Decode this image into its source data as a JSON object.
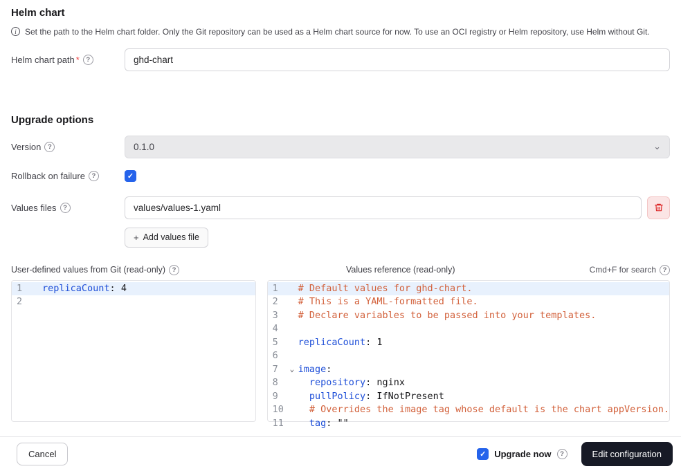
{
  "page": {
    "title": "Helm chart"
  },
  "info": {
    "text": "Set the path to the Helm chart folder. Only the Git repository can be used as a Helm chart source for now. To use an OCI registry or Helm repository, use Helm without Git."
  },
  "icons": {
    "info": "i",
    "help": "?",
    "chevron_down": "⌄",
    "fold": "⌄",
    "plus": "+",
    "check": "✓"
  },
  "fields": {
    "path": {
      "label": "Helm chart path",
      "required": "*",
      "value": "ghd-chart"
    },
    "upgrade_heading": "Upgrade options",
    "version": {
      "label": "Version",
      "value": "0.1.0"
    },
    "rollback": {
      "label": "Rollback on failure",
      "checked": true
    },
    "values_files": {
      "label": "Values files",
      "file_value": "values/values-1.yaml",
      "add_button": "Add values file"
    }
  },
  "editors": {
    "left": {
      "label": "User-defined values from Git (read-only)",
      "lines": [
        {
          "n": "1",
          "highlight": true,
          "tokens": [
            [
              "key",
              "replicaCount"
            ],
            [
              "plain",
              ": "
            ],
            [
              "plain",
              "4"
            ]
          ]
        },
        {
          "n": "2",
          "tokens": []
        }
      ]
    },
    "right": {
      "label": "Values reference (read-only)",
      "search_hint": "Cmd+F for search",
      "lines": [
        {
          "n": "1",
          "highlight": true,
          "tokens": [
            [
              "comment",
              "# Default values for ghd-chart."
            ]
          ]
        },
        {
          "n": "2",
          "tokens": [
            [
              "comment",
              "# This is a YAML-formatted file."
            ]
          ]
        },
        {
          "n": "3",
          "tokens": [
            [
              "comment",
              "# Declare variables to be passed into your templates."
            ]
          ]
        },
        {
          "n": "4",
          "tokens": []
        },
        {
          "n": "5",
          "tokens": [
            [
              "key",
              "replicaCount"
            ],
            [
              "plain",
              ": "
            ],
            [
              "plain",
              "1"
            ]
          ]
        },
        {
          "n": "6",
          "tokens": []
        },
        {
          "n": "7",
          "fold": true,
          "tokens": [
            [
              "key",
              "image"
            ],
            [
              "plain",
              ":"
            ]
          ]
        },
        {
          "n": "8",
          "tokens": [
            [
              "plain",
              "  "
            ],
            [
              "key",
              "repository"
            ],
            [
              "plain",
              ": "
            ],
            [
              "plain",
              "nginx"
            ]
          ]
        },
        {
          "n": "9",
          "tokens": [
            [
              "plain",
              "  "
            ],
            [
              "key",
              "pullPolicy"
            ],
            [
              "plain",
              ": "
            ],
            [
              "plain",
              "IfNotPresent"
            ]
          ]
        },
        {
          "n": "10",
          "tokens": [
            [
              "plain",
              "  "
            ],
            [
              "comment",
              "# Overrides the image tag whose default is the chart appVersion."
            ]
          ]
        },
        {
          "n": "11",
          "tokens": [
            [
              "plain",
              "  "
            ],
            [
              "key",
              "tag"
            ],
            [
              "plain",
              ": "
            ],
            [
              "plain",
              "\"\""
            ]
          ]
        }
      ]
    }
  },
  "footer": {
    "cancel": "Cancel",
    "upgrade_now": "Upgrade now",
    "edit_configuration": "Edit configuration"
  }
}
